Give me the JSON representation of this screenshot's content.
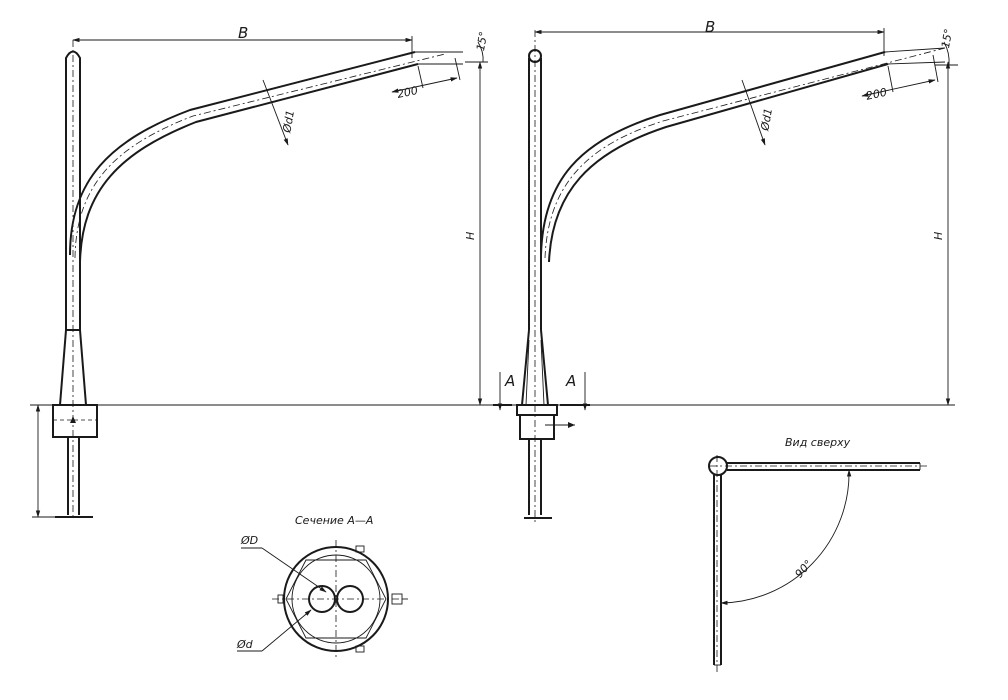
{
  "labels": {
    "dim_b": "B",
    "dim_h": "H",
    "angle_15": "15°",
    "dim_200": "200",
    "dia_d1": "Ød1",
    "section_mark": "A",
    "section_title": "Сечение А—А",
    "dia_D": "ØD",
    "dia_d": "Ød",
    "top_view_title": "Вид сверху",
    "angle_90": "90°"
  }
}
